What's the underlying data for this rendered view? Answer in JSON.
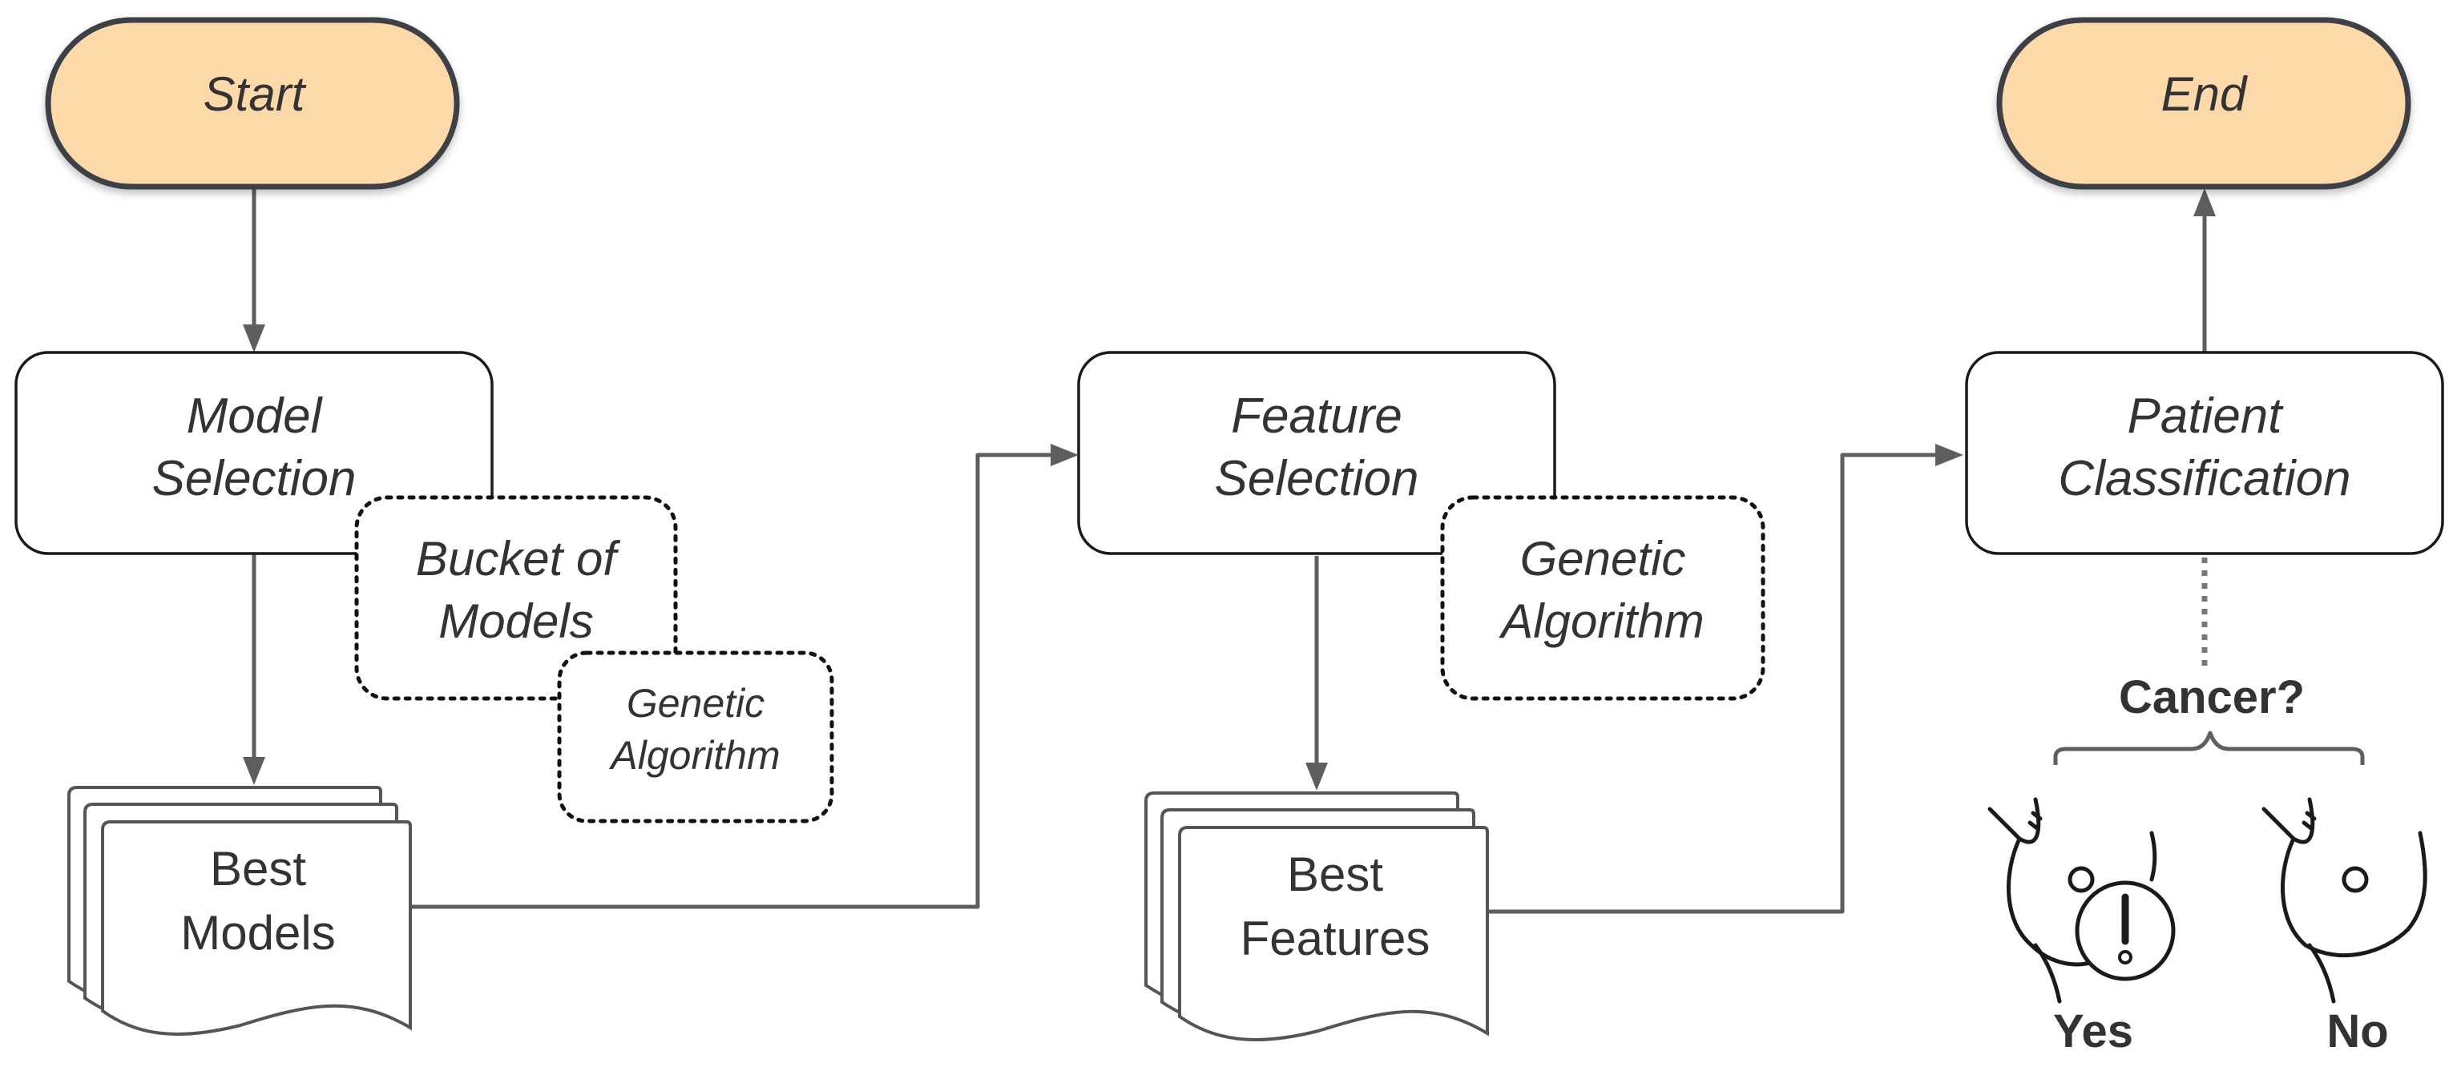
{
  "nodes": {
    "start": {
      "label": "Start"
    },
    "end": {
      "label": "End"
    },
    "model_selection": {
      "line1": "Model",
      "line2": "Selection"
    },
    "bucket_of_models": {
      "line1": "Bucket of",
      "line2": "Models"
    },
    "genetic_algorithm_small": {
      "line1": "Genetic",
      "line2": "Algorithm"
    },
    "best_models": {
      "line1": "Best",
      "line2": "Models"
    },
    "feature_selection": {
      "line1": "Feature",
      "line2": "Selection"
    },
    "genetic_algorithm_feature": {
      "line1": "Genetic",
      "line2": "Algorithm"
    },
    "best_features": {
      "line1": "Best",
      "line2": "Features"
    },
    "patient_classification": {
      "line1": "Patient",
      "line2": "Classification"
    }
  },
  "classification": {
    "question": "Cancer?",
    "yes_label": "Yes",
    "no_label": "No"
  },
  "icons": {
    "breast_alert": "breast-with-alert-icon",
    "breast_normal": "breast-normal-icon"
  },
  "colors": {
    "terminal_fill": "#fdd8a8",
    "terminal_stroke": "#3c4046",
    "connector": "#5e5e5e",
    "text": "#333333"
  }
}
